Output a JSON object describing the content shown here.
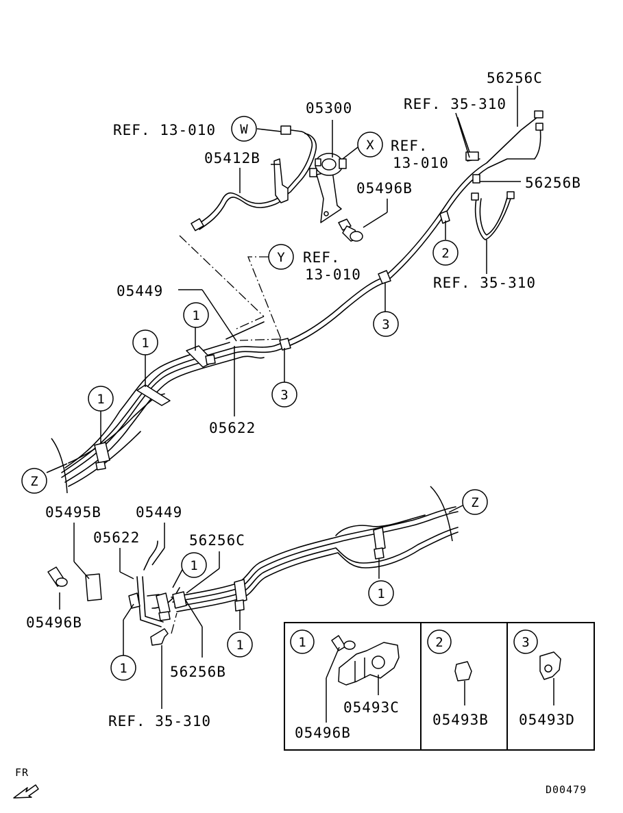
{
  "labels": {
    "p56256c_top": "56256C",
    "ref35310_top": "REF. 35-310",
    "p05300": "05300",
    "ref13010_w": "REF. 13-010",
    "p05412b": "05412B",
    "ref_x_line1": "REF.",
    "ref_x_line2": "13-010",
    "p05496b_top": "05496B",
    "p56256b_top": "56256B",
    "ref_y_line1": "REF.",
    "ref_y_line2": "13-010",
    "ref35310_right": "REF. 35-310",
    "p05449_top": "05449",
    "p05622_top": "05622",
    "p05495b": "05495B",
    "p05449_bottom": "05449",
    "p05622_bottom": "05622",
    "p56256c_bottom": "56256C",
    "p05496b_left": "05496B",
    "p56256b_bottom": "56256B",
    "ref35310_bottom": "REF. 35-310",
    "p05493c": "05493C",
    "p05496b_legend": "05496B",
    "p05493b": "05493B",
    "p05493d": "05493D",
    "fr": "FR",
    "diagram_code": "D00479"
  },
  "callouts": {
    "w": "W",
    "x": "X",
    "y": "Y",
    "z": "Z",
    "one": "1",
    "two": "2",
    "three": "3"
  }
}
